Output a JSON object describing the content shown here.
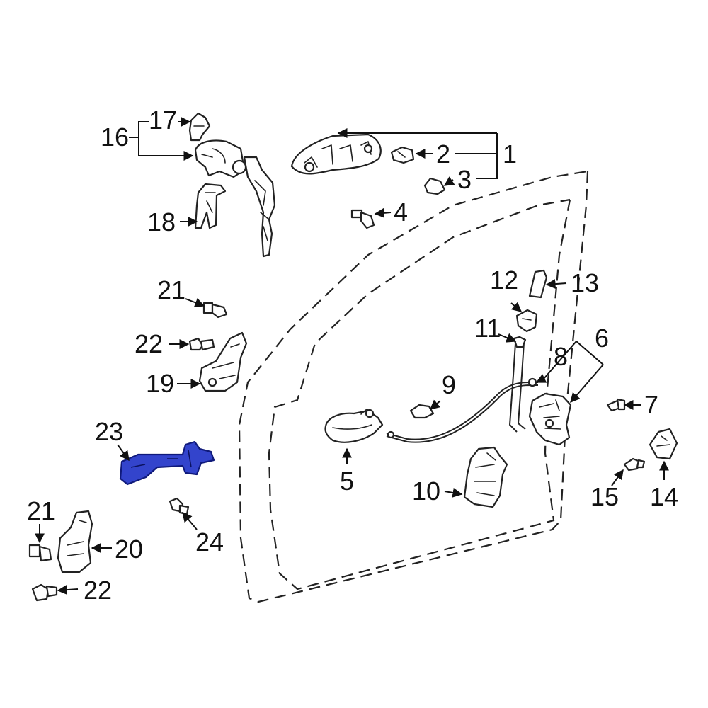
{
  "callouts": {
    "p1": "1",
    "p2": "2",
    "p3": "3",
    "p4": "4",
    "p5": "5",
    "p6": "6",
    "p7": "7",
    "p8": "8",
    "p9": "9",
    "p10": "10",
    "p11": "11",
    "p12": "12",
    "p13": "13",
    "p14": "14",
    "p15": "15",
    "p16": "16",
    "p17": "17",
    "p18": "18",
    "p19": "19",
    "p20": "20",
    "p21a": "21",
    "p21b": "21",
    "p22a": "22",
    "p22b": "22",
    "p23": "23",
    "p24": "24"
  },
  "highlighted_part": "23",
  "colors": {
    "highlight": "#3344cc",
    "line": "#222222",
    "background": "#ffffff"
  }
}
